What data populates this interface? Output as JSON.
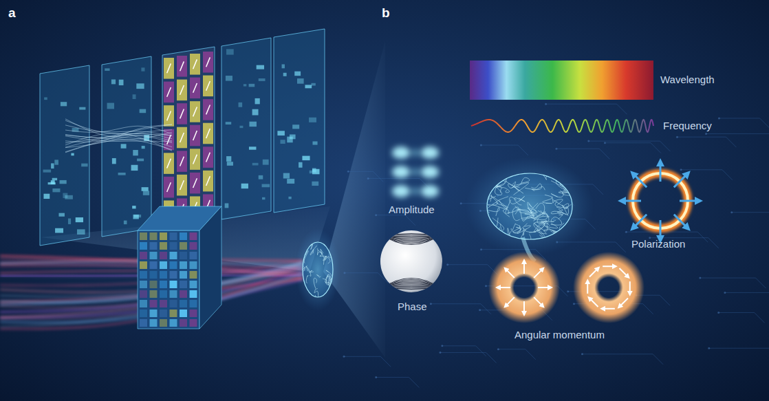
{
  "diagram": {
    "labels": [
      "a",
      "b",
      "Wavelength",
      "Frequency",
      "Amplitude",
      "Phase",
      "Polarization",
      "Angular momentum"
    ]
  }
}
